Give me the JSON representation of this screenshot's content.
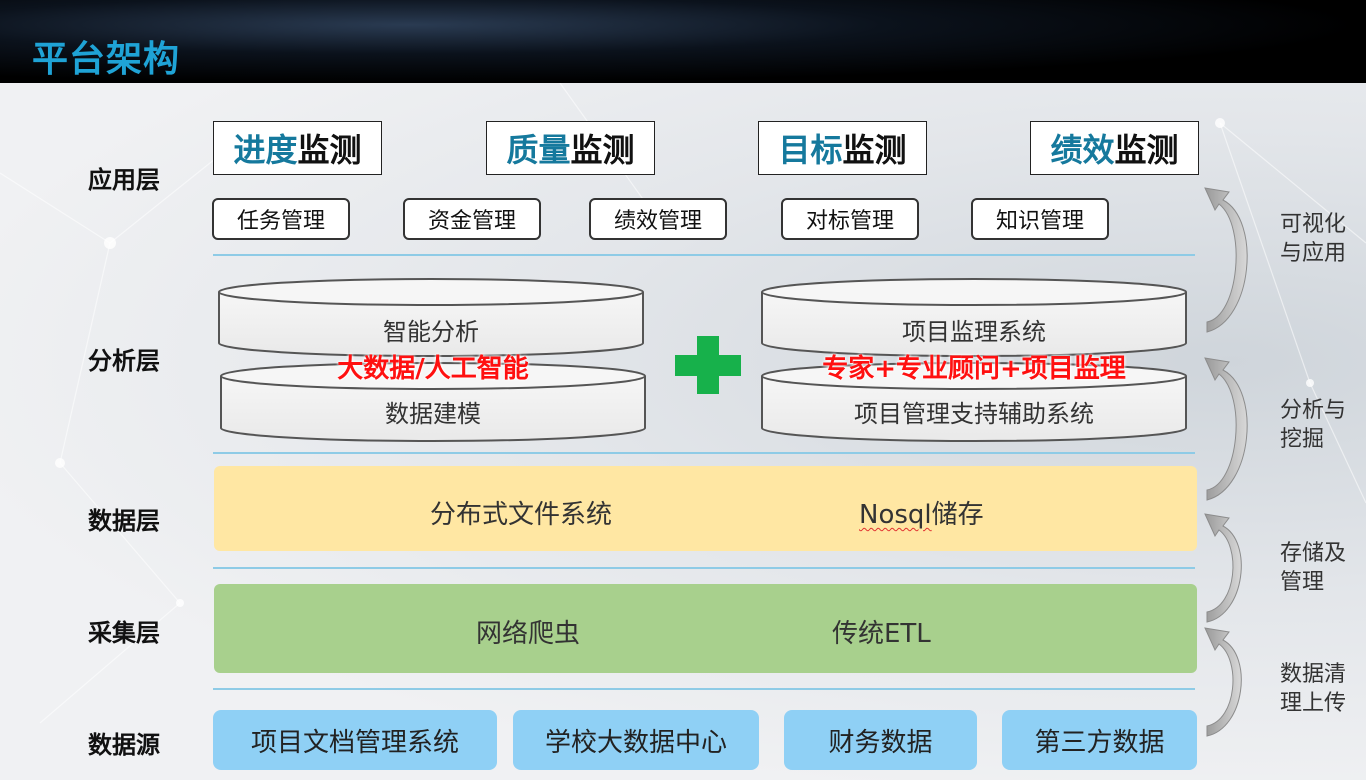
{
  "title": "平台架构",
  "layers": [
    "应用层",
    "分析层",
    "数据层",
    "采集层",
    "数据源"
  ],
  "app_monitors": [
    {
      "highlight": "进度",
      "rest": "监测"
    },
    {
      "highlight": "质量",
      "rest": "监测"
    },
    {
      "highlight": "目标",
      "rest": "监测"
    },
    {
      "highlight": "绩效",
      "rest": "监测"
    }
  ],
  "app_modules": [
    "任务管理",
    "资金管理",
    "绩效管理",
    "对标管理",
    "知识管理"
  ],
  "analysis": {
    "left_top": "智能分析",
    "left_bottom": "数据建模",
    "left_overlay": "大数据/人工智能",
    "plus_symbol": "+",
    "right_top": "项目监理系统",
    "right_bottom": "项目管理支持辅助系统",
    "right_overlay": "专家+专业顾问+项目监理"
  },
  "data_layer": {
    "left": "分布式文件系统",
    "right_prefix": "Nosql",
    "right_suffix": "储存"
  },
  "collect_layer": {
    "left": "网络爬虫",
    "right": "传统ETL"
  },
  "sources": [
    "项目文档管理系统",
    "学校大数据中心",
    "财务数据",
    "第三方数据"
  ],
  "side_labels": [
    [
      "可视化",
      "与应用"
    ],
    [
      "分析与",
      "挖掘"
    ],
    [
      "存储及",
      "管理"
    ],
    [
      "数据清",
      "理上传"
    ]
  ],
  "colors": {
    "title": "#1fa3d6",
    "highlight": "#15799d",
    "red": "#ff1010",
    "plus": "#17b14b",
    "data_band": "#ffe7a3",
    "collect_band": "#a8d08d",
    "source_box": "#8fd0f5",
    "separator": "#8ecbe6"
  }
}
